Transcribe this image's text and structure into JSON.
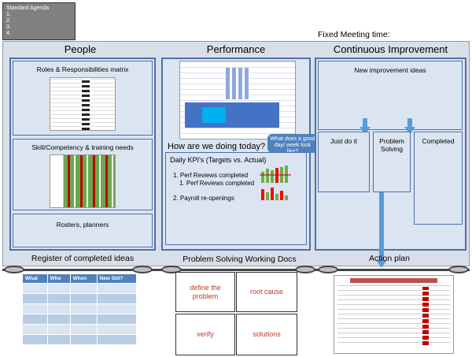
{
  "agenda": {
    "title": "Standard Agenda",
    "items": [
      "1.",
      "2.",
      "3.",
      "4."
    ]
  },
  "fixed_meeting": "Fixed Meeting time:",
  "columns": {
    "people": {
      "title": "People",
      "roles": "Roles & Responsibilities matrix",
      "skills": "Skill/Competency & training needs",
      "rosters": "Rosters, planners"
    },
    "performance": {
      "title": "Performance",
      "question": "How are we doing today?",
      "callout": "What does a good day/ week look like?",
      "kpi_title": "Daily KPI's (Targets vs. Actual)",
      "kpi_items": [
        "1. Perf Reviews completed",
        "1. Perf Reviews completed",
        "2. Payroll re-openings"
      ]
    },
    "ci": {
      "title": "Continuous Improvement",
      "new_ideas": "New improvement ideas",
      "just_do_it": "Just do it",
      "problem_solving": "Problem Solving",
      "completed": "Completed"
    }
  },
  "lower": {
    "register_title": "Register of completed ideas",
    "register_headers": [
      "What",
      "Who",
      "When",
      "New Std?"
    ],
    "psw_title": "Problem Solving Working Docs",
    "psw_boxes": [
      "define the problem",
      "root cause",
      "verify",
      "solutions"
    ],
    "action_title": "Action plan"
  },
  "colors": {
    "accent": "#4f81bd",
    "border": "#4f6fa8",
    "panel": "#dbe5f1",
    "board": "#d9dfe8",
    "arrow": "#5b9bd5",
    "psw_text": "#c0392b"
  }
}
